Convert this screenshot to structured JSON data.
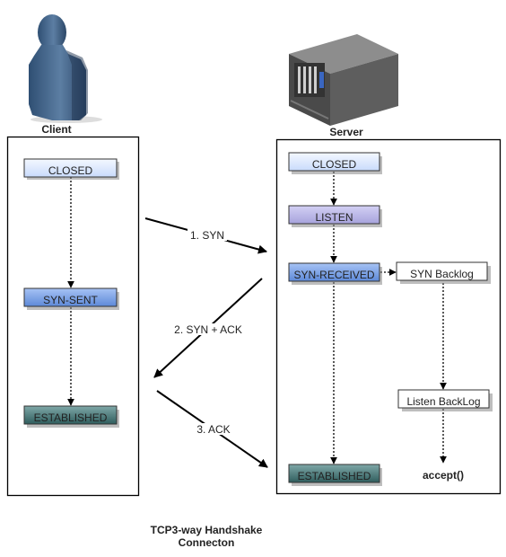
{
  "client": {
    "label": "Client",
    "states": {
      "closed": "CLOSED",
      "syn_sent": "SYN-SENT",
      "established": "ESTABLISHED"
    }
  },
  "server": {
    "label": "Server",
    "states": {
      "closed": "CLOSED",
      "listen": "LISTEN",
      "syn_received": "SYN-RECEIVED",
      "established": "ESTABLISHED"
    },
    "syn_backlog": "SYN Backlog",
    "listen_backlog": "Listen BackLog",
    "accept": "accept()"
  },
  "messages": {
    "syn": "1. SYN",
    "syn_ack": "2. SYN + ACK",
    "ack": "3. ACK"
  },
  "caption": {
    "line1": "TCP3-way Handshake",
    "line2": "Connecton"
  },
  "colors": {
    "closed": "#dde8ff",
    "listen": "#b8b5e6",
    "syn_blue": "#7ea6ec",
    "established": "#3f7070",
    "white": "#ffffff"
  }
}
